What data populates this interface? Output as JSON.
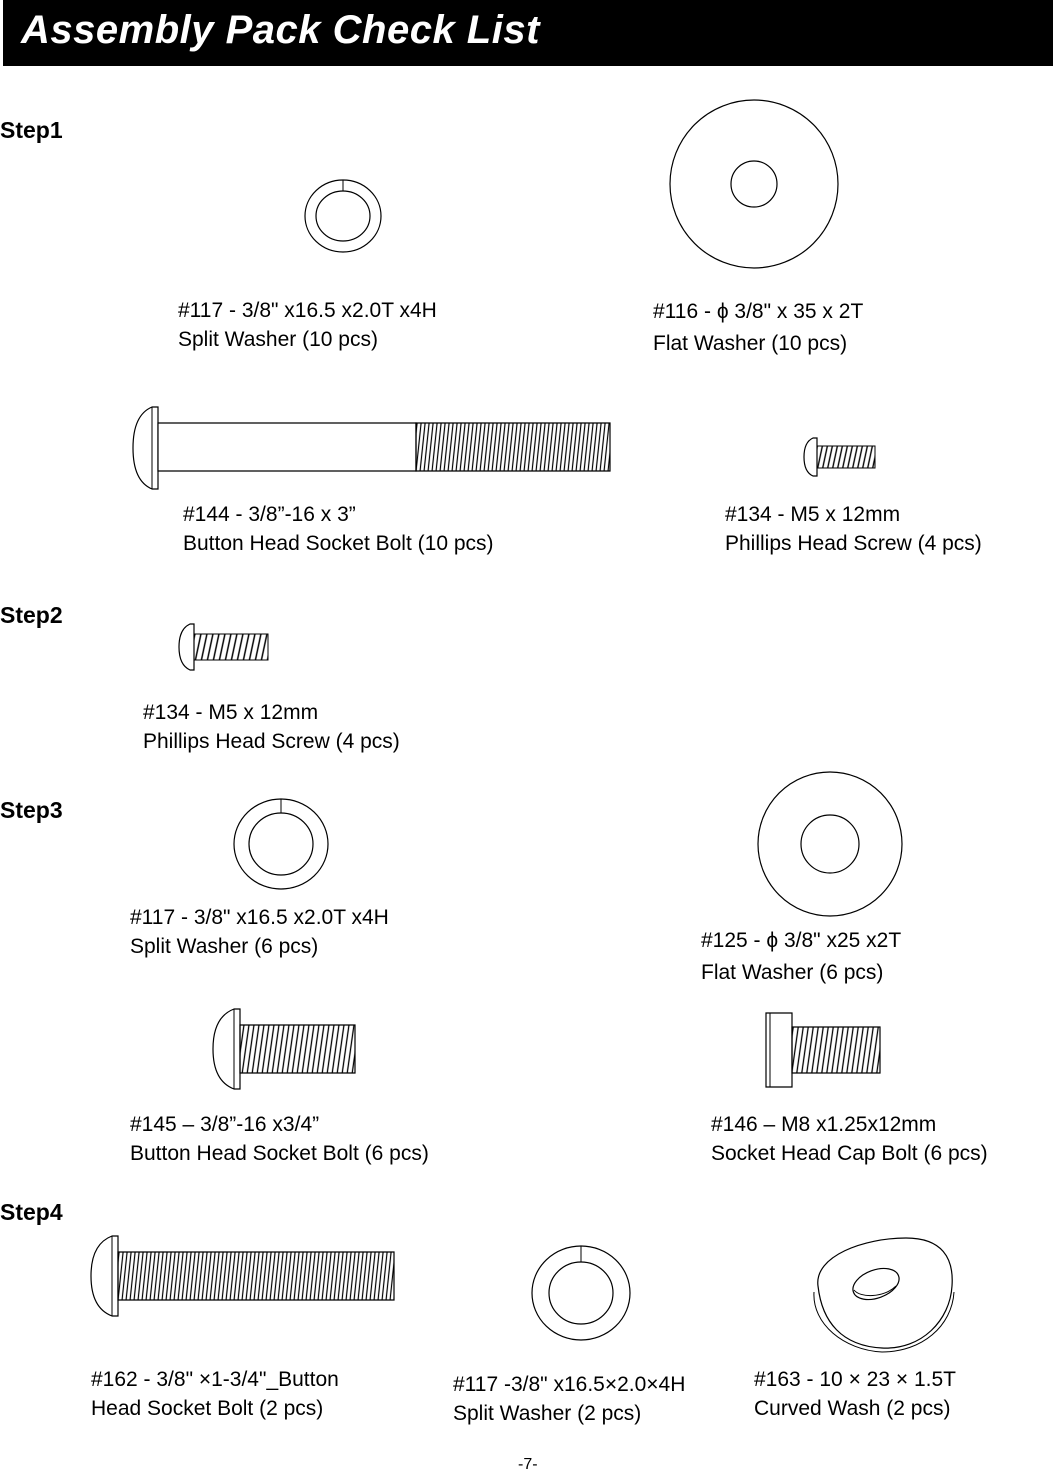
{
  "title": "Assembly Pack Check List",
  "steps": {
    "step1": "Step1",
    "step2": "Step2",
    "step3": "Step3",
    "step4": "Step4"
  },
  "parts": {
    "s1_117": {
      "line1": "#117 - 3/8\" x16.5 x2.0T x4H",
      "line2": "Split Washer (10 pcs)"
    },
    "s1_116": {
      "line1": "#116 - ϕ 3/8\" x 35 x 2T",
      "line2": "Flat Washer (10 pcs)"
    },
    "s1_144": {
      "line1": "#144 - 3/8”-16 x 3”",
      "line2": "Button Head Socket Bolt (10 pcs)"
    },
    "s1_134": {
      "line1": "#134 - M5 x 12mm",
      "line2": "Phillips Head Screw (4 pcs)"
    },
    "s2_134": {
      "line1": "#134 - M5 x 12mm",
      "line2": "Phillips Head Screw (4 pcs)"
    },
    "s3_117": {
      "line1": "#117 - 3/8\" x16.5 x2.0T x4H",
      "line2": "Split Washer (6 pcs)"
    },
    "s3_125": {
      "line1": "#125 - ϕ 3/8\" x25 x2T",
      "line2": "Flat Washer (6 pcs)"
    },
    "s3_145": {
      "line1": "#145 – 3/8”-16 x3/4”",
      "line2": "Button Head Socket Bolt (6 pcs)"
    },
    "s3_146": {
      "line1": "#146 – M8 x1.25x12mm",
      "line2": "Socket Head Cap Bolt (6 pcs)"
    },
    "s4_162": {
      "line1": "#162 - 3/8\" ×1-3/4\"_Button",
      "line2": "Head Socket Bolt (2 pcs)"
    },
    "s4_117": {
      "line1": "#117 -3/8\" x16.5×2.0×4H",
      "line2": "Split Washer (2 pcs)"
    },
    "s4_163": {
      "line1": "#163 - 10 × 23 × 1.5T",
      "line2": "Curved Wash (2 pcs)"
    }
  },
  "page_number": "-7-"
}
